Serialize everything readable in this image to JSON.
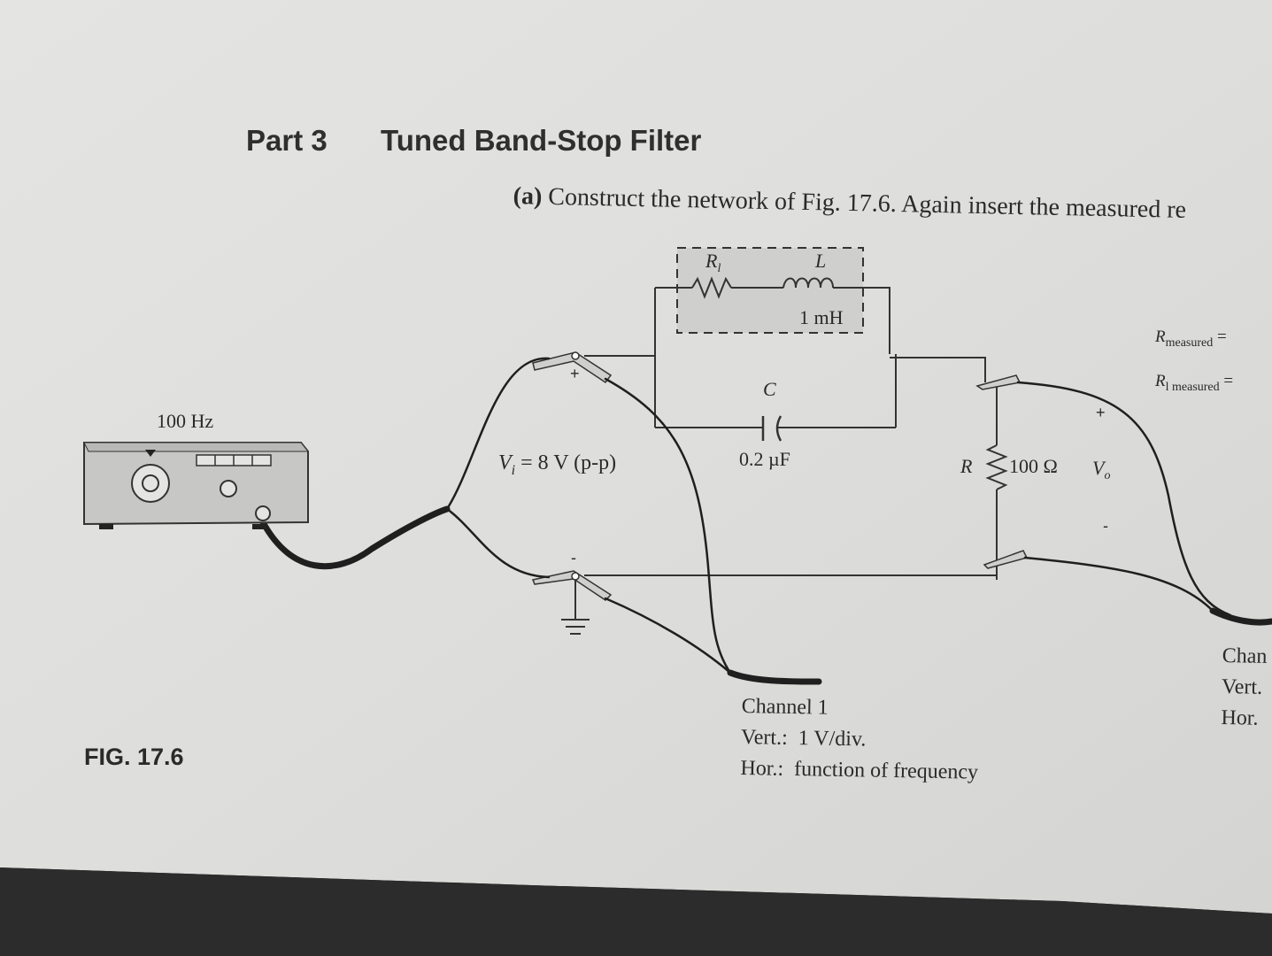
{
  "heading": {
    "part_number": "Part 3",
    "part_title": "Tuned Band-Stop Filter"
  },
  "instruction": {
    "label": "(a)",
    "text": "Construct the network of Fig. 17.6. Again insert the measured re"
  },
  "figure": {
    "label": "FIG. 17.6",
    "generator": {
      "frequency": "100 Hz"
    },
    "source": {
      "vi_symbol": "V",
      "vi_sub": "i",
      "vi_value": "= 8 V (p-p)"
    },
    "coil_box": {
      "rl_symbol": "R",
      "rl_sub": "l",
      "l_symbol": "L",
      "l_value": "1 mH"
    },
    "capacitor": {
      "symbol": "C",
      "value": "0.2 µF"
    },
    "load": {
      "symbol": "R",
      "value": "100 Ω",
      "vo_symbol": "V",
      "vo_sub": "o"
    },
    "signs": {
      "plus": "+",
      "minus": "-"
    },
    "channel1": {
      "title": "Channel 1",
      "vert": "Vert.:  1 V/div.",
      "hor": "Hor.:  function of frequency"
    },
    "channel2_partial": {
      "title": "Chan",
      "vert": "Vert.",
      "hor": "Hor."
    },
    "measured": {
      "r_symbol": "R",
      "r_sub": "measured",
      "rl_symbol": "R",
      "rl_sub": "l measured",
      "eq": "="
    }
  }
}
